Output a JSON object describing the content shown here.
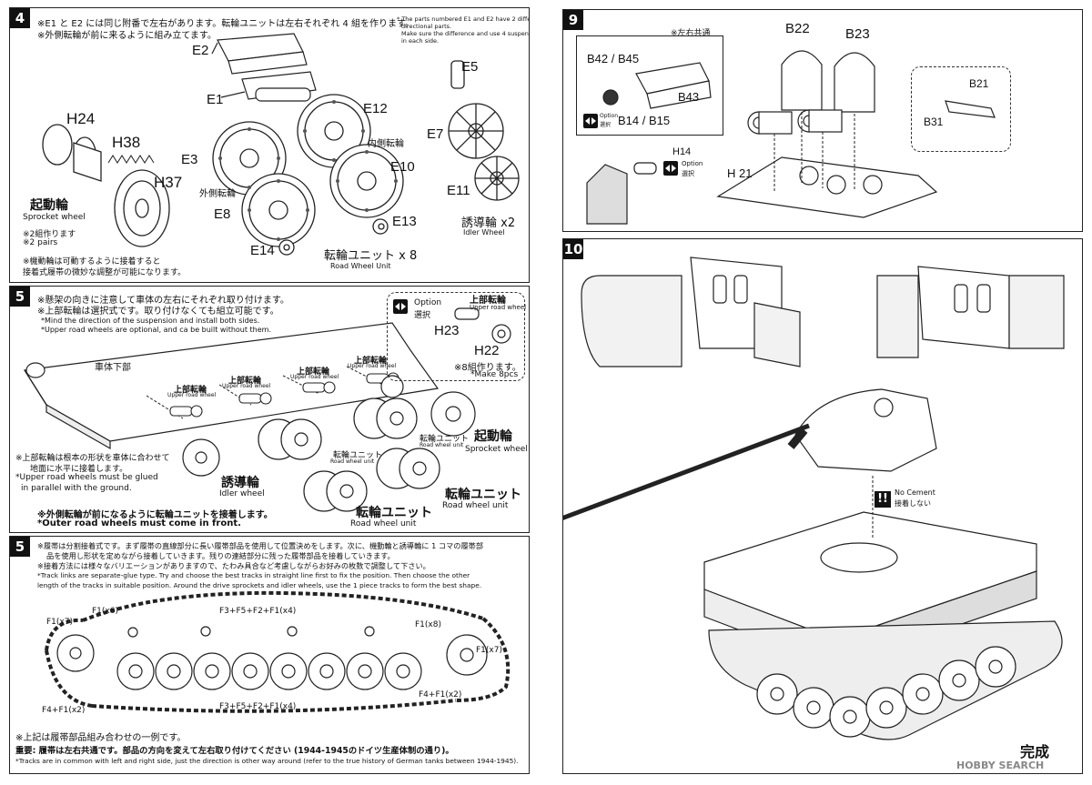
{
  "step4": {
    "number": "4",
    "note_jp_1": "※E1 と E2 には同じ附番で左右があります。転輪ユニットは左右それぞれ 4 組を作ります。",
    "note_jp_2": "※外側転輪が前に来るように組み立てます。",
    "note_en_1": "* The parts numbered E1 and E2 have 2 different",
    "note_en_2": "directional parts.",
    "note_en_3": "Make sure the difference and use 4 suspension units",
    "note_en_4": "in each side.",
    "parts": [
      "E2",
      "E1",
      "E12",
      "E3",
      "E10",
      "E8",
      "E13",
      "E14",
      "E5",
      "E7",
      "E11",
      "H24",
      "H38",
      "H37"
    ],
    "inner_wheel_jp": "内側転輪",
    "outer_wheel_jp": "外側転輪",
    "road_wheel_unit_jp": "転輪ユニット x 8",
    "road_wheel_unit_en": "Road Wheel Unit",
    "idler_jp": "誘導輪 x2",
    "idler_en": "Idler Wheel",
    "sprocket_jp": "起動輪",
    "sprocket_en": "Sprocket wheel",
    "pairs_jp": "※2組作ります",
    "pairs_en": "※2 pairs",
    "footnote_1": "※機動輪は可動するように接着すると",
    "footnote_2": "接着式履帯の微妙な調整が可能になります。"
  },
  "step5a": {
    "number": "5",
    "note_jp_1": "※懸架の向きに注意して車体の左右にそれぞれ取り付けます。",
    "note_jp_2": "※上部転輪は選択式です。取り付けなくても組立可能です。",
    "note_en_1": "*Mind the direction of the suspension and install both sides.",
    "note_en_2": "*Upper road wheels are optional, and ca be built without them.",
    "hull_jp": "車体下部",
    "upper_jp": "上部転輪",
    "upper_en": "Upper road wheel",
    "option_en": "Option",
    "option_jp": "選択",
    "h23": "H23",
    "h22": "H22",
    "make8_jp": "※8組作ります。",
    "make8_en": "*Make 8pcs",
    "sprocket_jp": "起動輪",
    "sprocket_en": "Sprocket wheel",
    "rwu_small_jp": "転輪ユニット",
    "rwu_small_en": "Road wheel unit",
    "rwu_jp": "転輪ユニット",
    "rwu_en": "Road wheel unit",
    "idler_jp": "誘導輪",
    "idler_en": "Idler wheel",
    "glue_jp_1": "※上部転輪は根本の形状を車体に合わせて",
    "glue_jp_2": "地面に水平に接着します。",
    "glue_en_1": "*Upper road wheels must be glued",
    "glue_en_2": "in parallel with the ground.",
    "outer_jp": "※外側転輪が前になるように転輪ユニットを接着します。",
    "outer_en": "*Outer road wheels must come in front."
  },
  "step5b": {
    "number": "5",
    "note_jp_1": "※履帯は分割接着式です。まず履帯の直線部分に長い履帯部品を使用して位置決めをします。次に、機動輪と誘導輪に 1 コマの履帯部",
    "note_jp_2": "品を使用し形状を定めながら接着していきます。残りの連結部分に残った履帯部品を接着していきます。",
    "note_jp_3": "※接着方法には様々なバリエーションがありますので、たわみ具合など考慮しながらお好みの枚数で調整して下さい。",
    "note_en_1": "*Track links are separate-glue type. Try and choose the best tracks in straight line first to fix the position. Then choose the other",
    "note_en_2": "length of the tracks in suitable position. Around the drive sprockets and idler wheels, use the 1 piece tracks to form the best shape.",
    "track_labels": [
      "F1(x6)",
      "F3+F5+F2+F1(x4)",
      "F1(x8)",
      "F1(x7)",
      "F1(x7)",
      "F4+F1(x2)",
      "F3+F5+F2+F1(x4)",
      "F4+F1(x2)"
    ],
    "example_jp": "※上記は履帯部品組み合わせの一例です。",
    "important_jp": "重要: 履帯は左右共通です。部品の方向を変えて左右取り付けてください (1944-1945のドイツ生産体制の通り)。",
    "important_en": "*Tracks are in common with left and right side, just the direction is other way around (refer to the true history of German tanks between 1944-1945)."
  },
  "step9": {
    "number": "9",
    "common_jp": "※左右共通",
    "parts": [
      "B42 / B45",
      "B43",
      "B14 / B15",
      "B22",
      "B23",
      "B21",
      "B31",
      "H14",
      "H 21"
    ],
    "option_en": "Option",
    "option_jp": "選択"
  },
  "step10": {
    "number": "10",
    "no_cement_en": "No Cement",
    "no_cement_jp": "接着しない",
    "complete_jp": "完成"
  },
  "watermark": "HOBBY SEARCH"
}
